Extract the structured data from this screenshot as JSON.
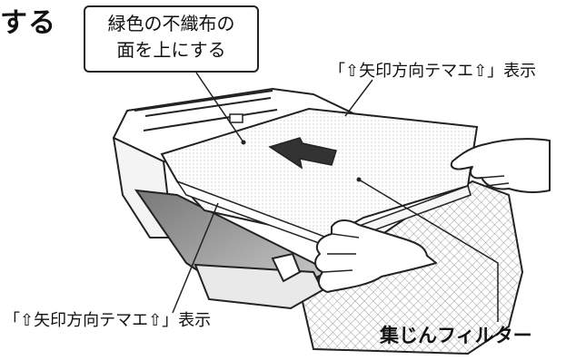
{
  "heading": "する",
  "callout": {
    "line1": "緑色の不織布の",
    "line2": "面を上にする"
  },
  "labels": {
    "arrow_mark_top": "「⇧矢印方向テマエ⇧」表示",
    "arrow_mark_bottom": "「⇧矢印方向テマエ⇧」表示",
    "filter": "集じんフィルター"
  }
}
